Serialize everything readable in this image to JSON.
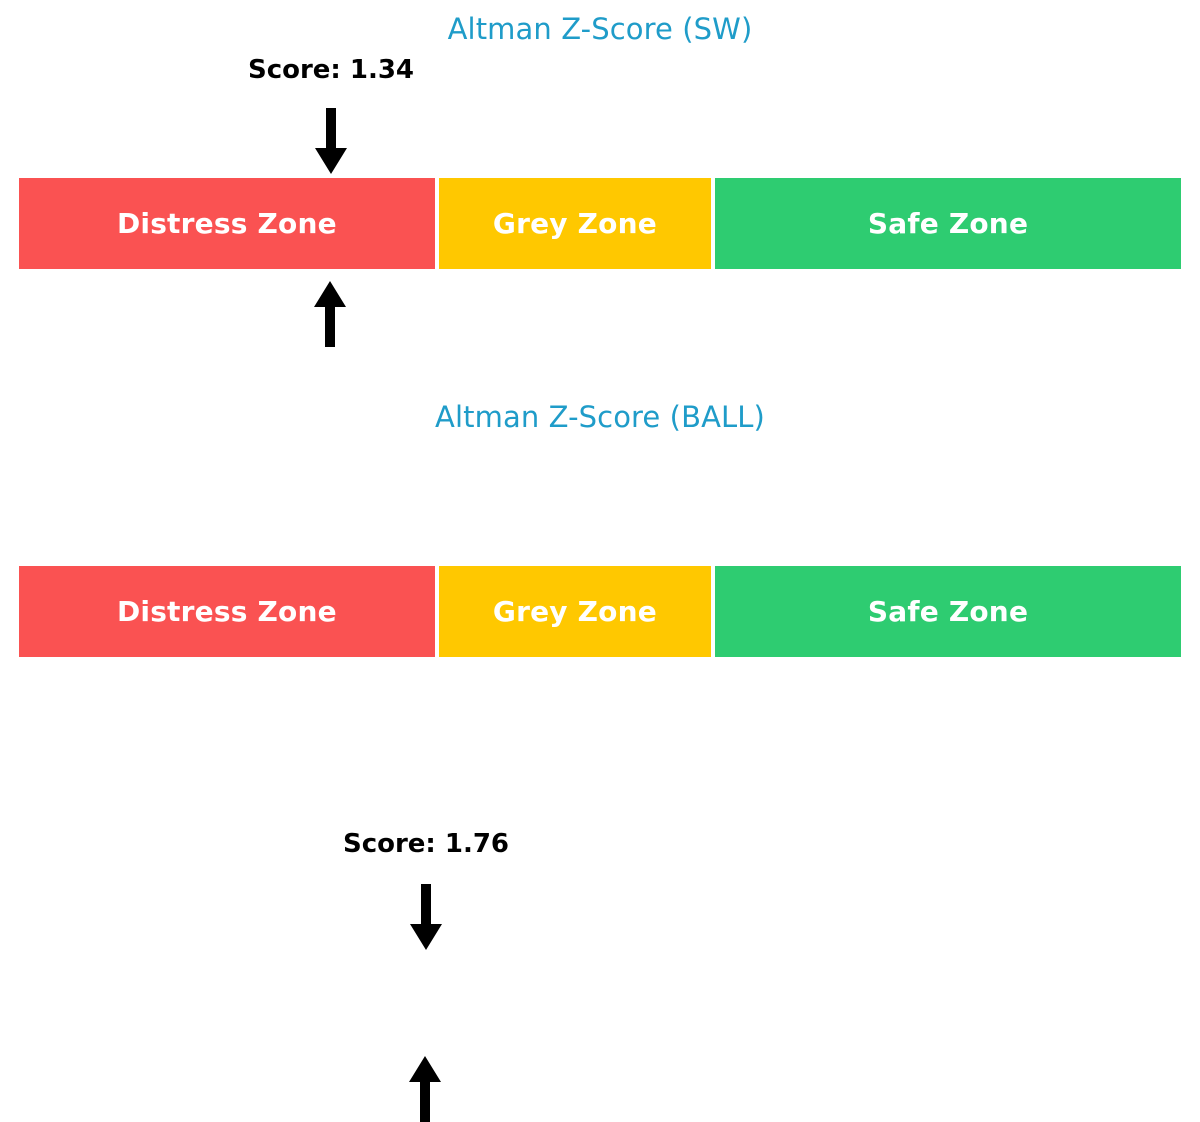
{
  "chart_data": [
    {
      "type": "bar",
      "title": "Altman Z-Score (SW)",
      "score_label": "Score: 1.34",
      "score_value": 1.34,
      "categories": [
        "Distress Zone",
        "Grey Zone",
        "Safe Zone"
      ],
      "values": [
        36,
        23.7,
        40.3
      ],
      "colors": [
        "#fa5252",
        "#ffc800",
        "#2ecc71"
      ],
      "marker_down": "down-arrow",
      "marker_up": "up-arrow",
      "xlabel": "",
      "ylabel": "",
      "grid": false,
      "legend": "none"
    },
    {
      "type": "bar",
      "title": "Altman Z-Score (BALL)",
      "score_label": "Score: 1.76",
      "score_value": 1.76,
      "categories": [
        "Distress Zone",
        "Grey Zone",
        "Safe Zone"
      ],
      "values": [
        36,
        23.7,
        40.3
      ],
      "colors": [
        "#fa5252",
        "#ffc800",
        "#2ecc71"
      ],
      "marker_down": "down-arrow",
      "marker_up": "up-arrow",
      "xlabel": "",
      "ylabel": "",
      "grid": false,
      "legend": "none"
    }
  ],
  "charts": [
    {
      "title": "Altman Z-Score (SW)",
      "score_label": "Score: 1.34",
      "zones": [
        {
          "label": "Distress Zone",
          "color": "#fa5252"
        },
        {
          "label": "Grey Zone",
          "color": "#ffc800"
        },
        {
          "label": "Safe Zone",
          "color": "#2ecc71"
        }
      ]
    },
    {
      "title": "Altman Z-Score (BALL)",
      "score_label": "Score: 1.76",
      "zones": [
        {
          "label": "Distress Zone",
          "color": "#fa5252"
        },
        {
          "label": "Grey Zone",
          "color": "#ffc800"
        },
        {
          "label": "Safe Zone",
          "color": "#2ecc71"
        }
      ]
    }
  ],
  "colors": {
    "title": "#1f9cc9",
    "score_text": "#000000",
    "distress": "#fa5252",
    "grey": "#ffc800",
    "safe": "#2ecc71",
    "arrow": "#000000",
    "background": "#ffffff",
    "zone_text": "#ffffff"
  }
}
